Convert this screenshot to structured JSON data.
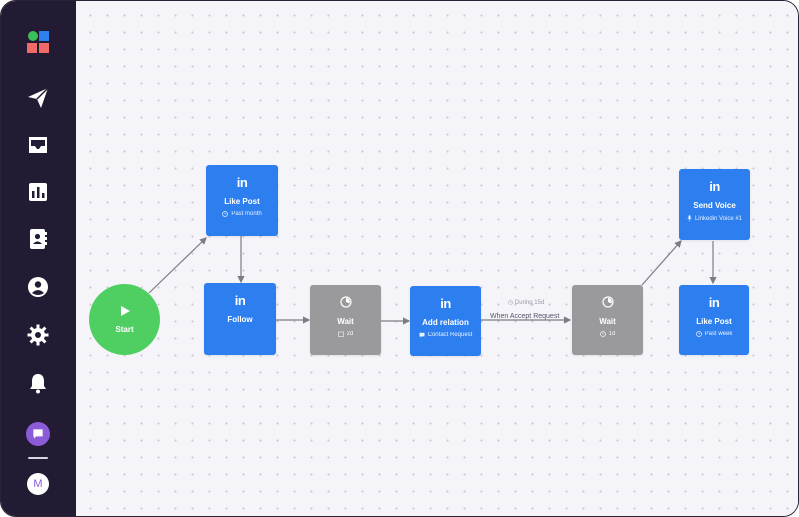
{
  "sidebar": {
    "items": [
      {
        "icon": "logo-icon"
      },
      {
        "icon": "send-icon"
      },
      {
        "icon": "inbox-icon"
      },
      {
        "icon": "analytics-icon"
      },
      {
        "icon": "contacts-icon"
      },
      {
        "icon": "profile-icon"
      },
      {
        "icon": "settings-icon"
      },
      {
        "icon": "notifications-icon"
      }
    ],
    "user_initial": "M"
  },
  "flow": {
    "start_label": "Start",
    "like_post_1": {
      "title": "Like Post",
      "sub": "Past month"
    },
    "follow": {
      "title": "Follow"
    },
    "wait_1": {
      "title": "Wait",
      "sub": "2d"
    },
    "add_relation": {
      "title": "Add relation",
      "sub": "Contact Request"
    },
    "edge_condition": {
      "during": "During 15d",
      "label": "When Accept Request"
    },
    "wait_2": {
      "title": "Wait",
      "sub": "1d"
    },
    "send_voice": {
      "title": "Send Voice",
      "sub": "Linkedin Voice #1"
    },
    "like_post_2": {
      "title": "Like Post",
      "sub": "Past week"
    },
    "linkedin_mark": "in"
  },
  "colors": {
    "sidebar_bg": "#231b33",
    "action_blue": "#2d7ff0",
    "wait_gray": "#9a9a9d",
    "start_green": "#4fcf62",
    "accent_purple": "#8b5bd8"
  }
}
